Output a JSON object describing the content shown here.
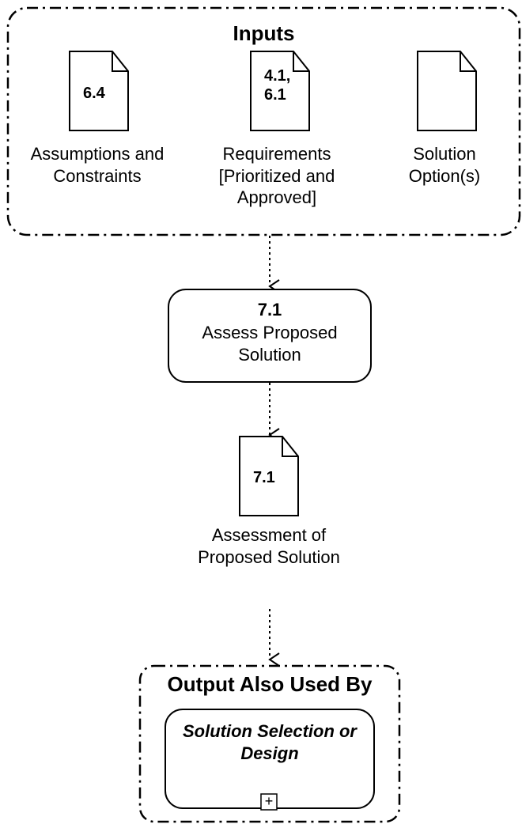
{
  "inputs": {
    "title": "Inputs",
    "items": [
      {
        "ref": "6.4",
        "label": "Assumptions and Constraints"
      },
      {
        "ref": "4.1, 6.1",
        "label": "Requirements [Prioritized and Approved]"
      },
      {
        "ref": "",
        "label": "Solution Option(s)"
      }
    ]
  },
  "task": {
    "number": "7.1",
    "name": "Assess Proposed Solution"
  },
  "output": {
    "ref": "7.1",
    "label": "Assessment of Proposed Solution"
  },
  "also_used_by": {
    "title": "Output Also Used By",
    "item_label": "Solution Selection or Design",
    "expand_symbol": "+"
  }
}
